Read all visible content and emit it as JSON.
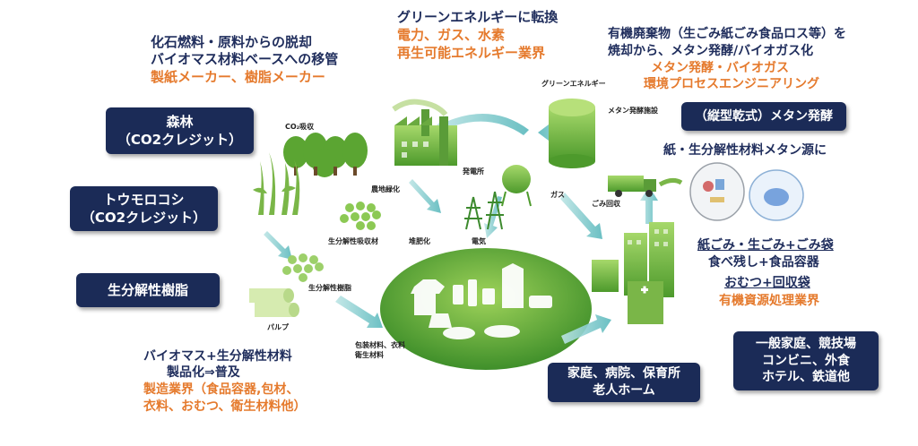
{
  "top_left": {
    "line1": "化石燃料・原料からの脱却",
    "line2": "バイオマス材料ベースへの移管",
    "line3": "製紙メーカー、樹脂メーカー"
  },
  "top_center": {
    "line1": "グリーンエネルギーに転換",
    "line2": "電力、ガス、水素",
    "line3": "再生可能エネルギー業界"
  },
  "top_right": {
    "line1": "有機廃棄物（生ごみ紙ごみ食品ロス等）を",
    "line2": "焼却から、メタン発酵/バイオガス化",
    "line3": "メタン発酵・バイオガス",
    "line4": "環境プロセスエンジニアリング"
  },
  "boxes": {
    "forest": [
      "森林",
      "（CO2クレジット）"
    ],
    "corn": [
      "トウモロコシ",
      "（CO2クレジット）"
    ],
    "resin": [
      "生分解性樹脂"
    ],
    "methane": [
      "（縦型乾式）メタン発酵"
    ],
    "homes": [
      "家庭、病院、保育所",
      "老人ホーム"
    ],
    "public": [
      "一般家庭、競技場",
      "コンビニ、外食",
      "ホテル、鉄道他"
    ]
  },
  "right_texts": {
    "paper_methane": "紙・生分解性材料メタン源に",
    "waste1": "紙ごみ・生ごみ+ごみ袋",
    "waste2": "食べ残し+食品容器",
    "waste3": "おむつ+回収袋",
    "waste4": "有機資源処理業界"
  },
  "bottom_left": {
    "line1": "バイオマス+生分解性材料",
    "line2": "製品化⇒普及",
    "line3": "製造業界（食品容器,包材、",
    "line4": "衣料、おむつ、衛生材料他）"
  },
  "diagram_labels": {
    "co2": "CO₂吸収",
    "green_energy": "グリーンエネルギー",
    "methane_facility": "メタン発酵施設",
    "power_plant": "発電所",
    "farmland": "農地緑化",
    "gas": "ガス",
    "garbage": "ごみ回収",
    "absorbent": "生分解性吸収材",
    "compost": "堆肥化",
    "electricity": "電気",
    "bio_resin": "生分解性樹脂",
    "pulp": "パルプ",
    "products": "包装材料、衣料",
    "products2": "衛生材料"
  },
  "colors": {
    "navy_box": "#1b2b57",
    "navy_text": "#1f2d5c",
    "orange_text": "#e57a2d",
    "green": "#7ab648",
    "arrow": "#6cc3c6"
  }
}
